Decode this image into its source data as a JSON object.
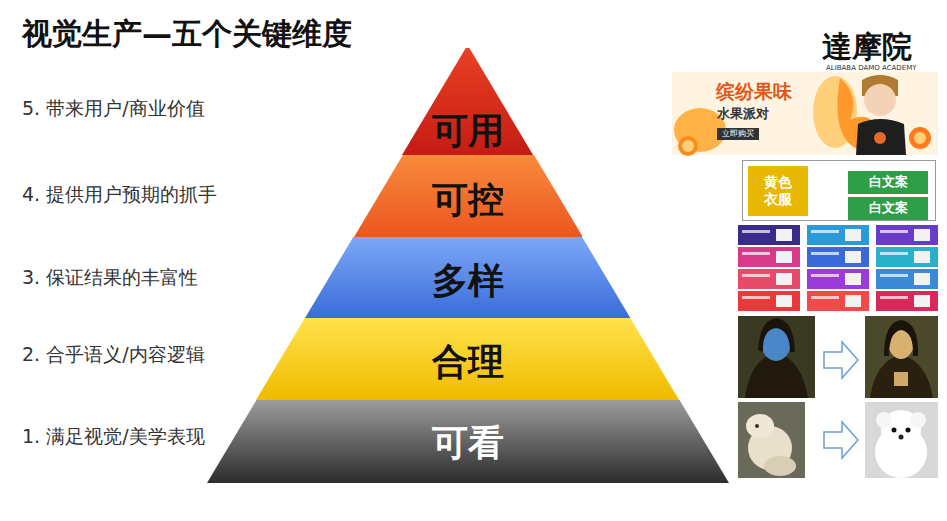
{
  "diagram": {
    "title": "视觉生产—五个关键维度",
    "nodes": [
      {
        "text": [
          "可用"
        ]
      },
      {
        "text": [
          "可控"
        ]
      },
      {
        "text": [
          "多样"
        ]
      },
      {
        "text": [
          "合理"
        ]
      },
      {
        "text": [
          "可看"
        ]
      },
      {
        "text": [
          "黄色衣服"
        ]
      },
      {
        "text": [
          "白文案"
        ]
      },
      {
        "text": [
          "白文案"
        ]
      }
    ],
    "labels": [
      "5. 带来用户/商业价值",
      "4. 提供用户预期的抓手",
      "3. 保证结果的丰富性",
      "2. 合乎语义/内容逻辑",
      "1. 满足视觉/美学表现",
      "達摩院",
      "ALIBABA DAMO ACADEMY",
      "缤纷果味",
      "水果派对",
      "立即购买"
    ]
  }
}
